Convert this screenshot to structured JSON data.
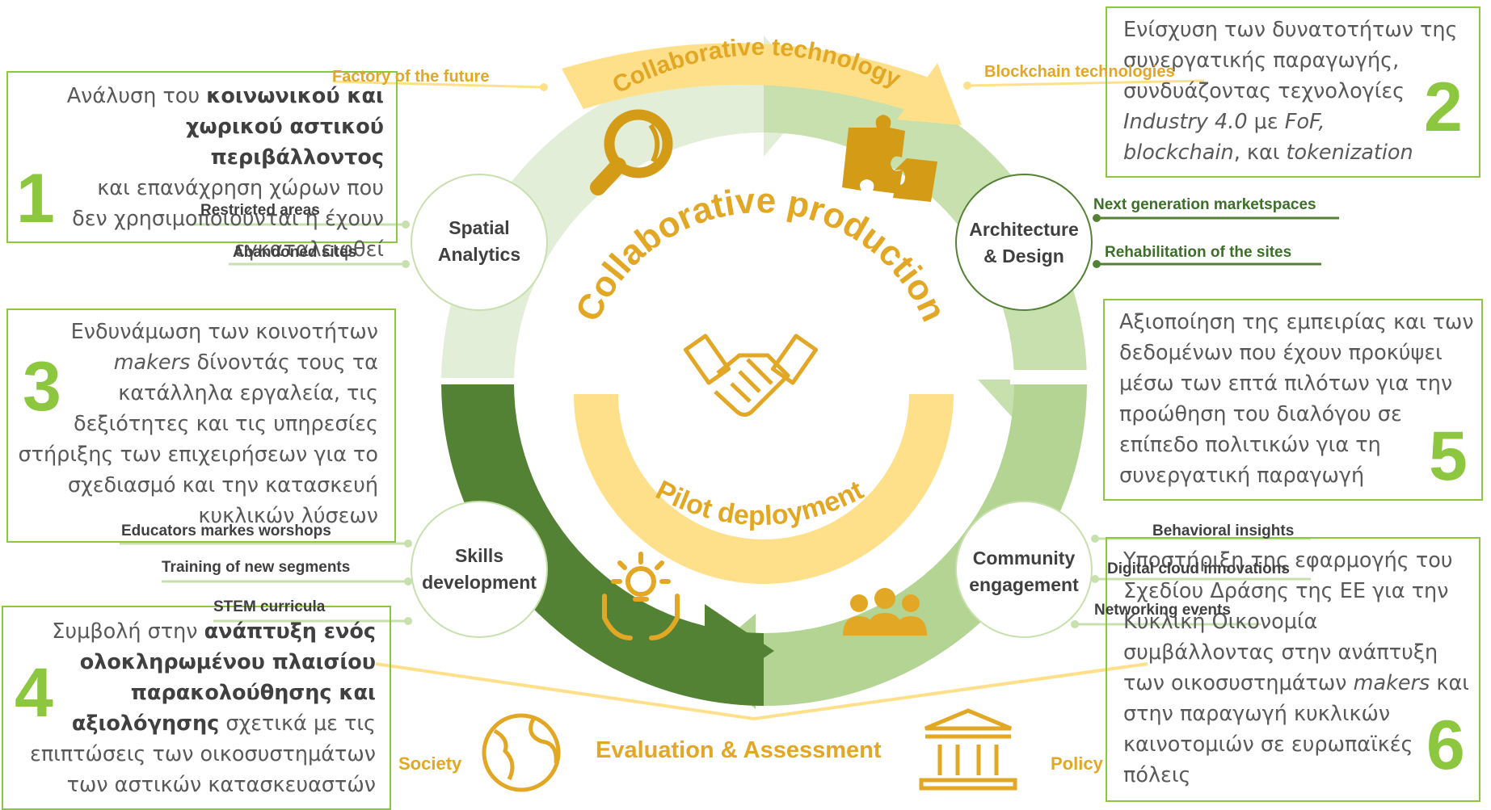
{
  "center": {
    "top_arc": "Collaborative technology",
    "main_arc": "Collaborative production",
    "bottom_arc": "Pilot deployment",
    "evaluation": "Evaluation & Assessment"
  },
  "hubs": {
    "spatial": [
      "Spatial",
      "Analytics"
    ],
    "architecture": [
      "Architecture",
      "& Design"
    ],
    "skills": [
      "Skills",
      "development"
    ],
    "community": [
      "Community",
      "engagement"
    ]
  },
  "labels": {
    "factory": "Factory of the future",
    "blockchain": "Blockchain technologies",
    "restricted": "Restricted areas",
    "abandoned": "Abandoned  sites",
    "next_gen": "Next generation marketspaces",
    "rehab": "Rehabilitation of the sites",
    "educators": "Educators markes worshops",
    "training": "Training of new segments",
    "stem": "STEM curricula",
    "behavioral": "Behavioral insights",
    "digital": "Digital cloud innovations",
    "networking": "Networking events",
    "society": "Society",
    "policy": "Policy"
  },
  "boxes": {
    "b1": {
      "number": "1",
      "l1_a": "Ανάλυση του ",
      "l1_b": "κοινωνικού και",
      "l2": "χωρικού αστικού περιβάλλοντος",
      "l3": "και επανάχρηση χώρων που",
      "l4": "δεν χρησιμοποιούνται ή έχουν",
      "l5": "εγκαταλειφθεί"
    },
    "b2": {
      "number": "2",
      "l1": "Ενίσχυση των δυνατοτήτων της",
      "l2": "συνεργατικής παραγωγής,",
      "l3": "συνδυάζοντας τεχνολογίες",
      "l4_a": "Industry 4.0",
      "l4_b": " με ",
      "l4_c": "FoF,",
      "l5_a": " blockchain",
      "l5_b": ",  και ",
      "l5_c": "tokenization"
    },
    "b3": {
      "number": "3",
      "l1": "Ενδυνάμωση των κοινοτήτων",
      "l2_a": "makers",
      "l2_b": " δίνοντάς τους τα",
      "l3": "κατάλληλα εργαλεία, τις",
      "l4": "δεξιότητες και τις υπηρεσίες",
      "l5": "στήριξης των επιχειρήσεων για το",
      "l6": "σχεδιασμό και την κατασκευή",
      "l7": "κυκλικών λύσεων"
    },
    "b4": {
      "number": "4",
      "l1_a": "Συμβολή στην ",
      "l1_b": "ανάπτυξη ενός",
      "l2": "ολοκληρωμένου πλαισίου",
      "l3": "παρακολούθησης και",
      "l4_a": "αξιολόγησης",
      "l4_b": " σχετικά με τις",
      "l5": "επιπτώσεις των οικοσυστημάτων",
      "l6": "των αστικών κατασκευαστών"
    },
    "b5": {
      "number": "5",
      "l1": "Αξιοποίηση της εμπειρίας και των",
      "l2": "δεδομένων που έχουν προκύψει",
      "l3": "μέσω των επτά πιλότων για την",
      "l4": "προώθηση του διαλόγου σε",
      "l5": "επίπεδο πολιτικών για τη",
      "l6": "συνεργατική παραγωγή"
    },
    "b6": {
      "number": "6",
      "l1": "Υποστήριξη της εφαρμογής του",
      "l2": "Σχεδίου Δράσης της ΕΕ για την",
      "l3": "Κυκλική Οικονομία",
      "l4": "συμβάλλοντας στην ανάπτυξη",
      "l5_a": "των οικοσυστημάτων ",
      "l5_b": "makers",
      "l5_c": " και",
      "l6": "στην παραγωγή κυκλικών",
      "l7": "καινοτομιών σε ευρωπαϊκές",
      "l8": "πόλεις"
    }
  },
  "colors": {
    "light_green": "#e3eed8",
    "mid_green": "#b4d493",
    "dark_green": "#548235",
    "accent_green": "#8dc63f",
    "yellow": "#ffe08a",
    "gold": "#e2a724",
    "icon_gold": "#d49b16"
  },
  "icons": [
    "magnifier-icon",
    "puzzle-icon",
    "handshake-icon",
    "lightbulb-hands-icon",
    "people-icon",
    "globe-icon",
    "bank-icon"
  ]
}
